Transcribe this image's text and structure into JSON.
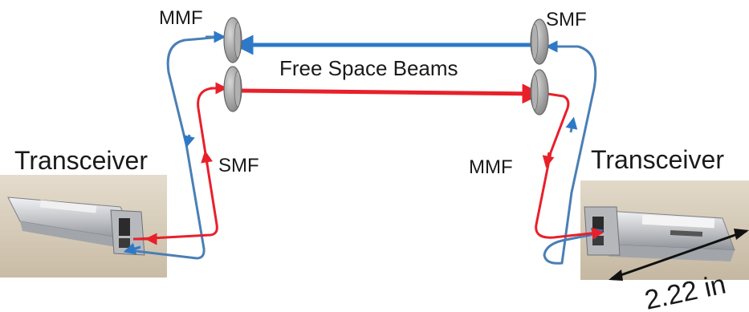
{
  "labels": {
    "mmf_top": "MMF",
    "smf_top": "SMF",
    "free_space": "Free Space Beams",
    "transceiver_left": "Transceiver",
    "transceiver_right": "Transceiver",
    "smf_left": "SMF",
    "mmf_right": "MMF",
    "dimension": "2.22 in"
  },
  "colors": {
    "blue_fiber": "#4a7fb5",
    "blue_beam": "#2e79c7",
    "red_fiber": "#e8202a",
    "lens": "#9a9a9a",
    "module_body": "#c8c9cc",
    "photo_bg": "#d8cdbb"
  },
  "icons": {
    "lens": "lens-icon",
    "transceiver": "sfp-transceiver-photo"
  }
}
